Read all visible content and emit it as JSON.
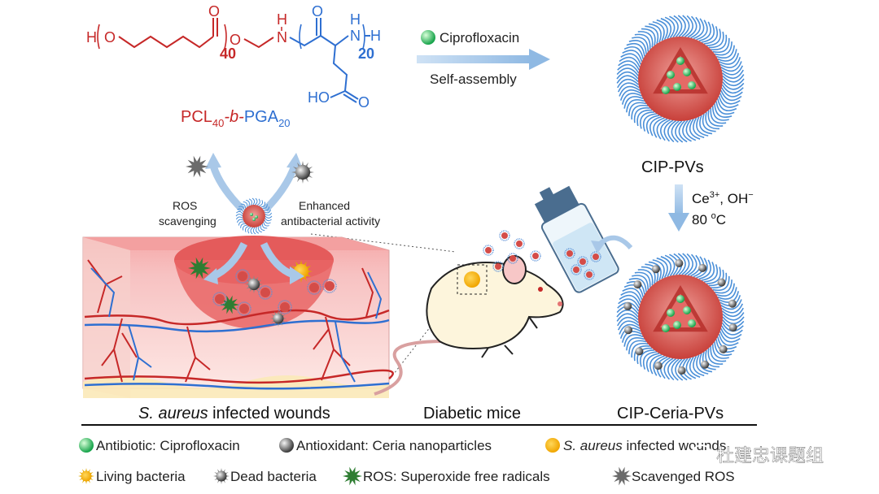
{
  "chem": {
    "ho": "H",
    "o1": "O",
    "carb1_o": "O",
    "ester_o": "O",
    "n1": "N",
    "n1_h": "H",
    "carb2_o": "O",
    "n2": "N",
    "n2_h": "H",
    "h_end": "H",
    "sub40": "40",
    "sub20": "20",
    "acid": "HO",
    "acid_o": "O",
    "polymer_a": "PCL",
    "polymer_a_sub": "40",
    "polymer_mid": "-b-",
    "polymer_b": "PGA",
    "polymer_b_sub": "20"
  },
  "step1": {
    "drug": "Ciprofloxacin",
    "process": "Self-assembly"
  },
  "cip_pvs": "CIP-PVs",
  "step2": {
    "reagent_ce": "Ce",
    "reagent_ce_sup": "3+",
    "reagent_sep": ", OH",
    "reagent_oh_sup": "−",
    "temp": "80 ",
    "temp_sup": "o",
    "temp_unit": "C"
  },
  "cip_ceria_pvs": "CIP-Ceria-PVs",
  "wound_panel": {
    "ros_label_line1": "ROS",
    "ros_label_line2": "scavenging",
    "antibac_line1": "Enhanced",
    "antibac_line2": "antibacterial activity",
    "caption_italic": "S. aureus",
    "caption_rest": " infected wounds"
  },
  "mice_label": "Diabetic mice",
  "legend": {
    "antibiotic": "Antibiotic: Ciprofloxacin",
    "antioxidant": "Antioxidant: Ceria nanoparticles",
    "infected_italic": "S. aureus",
    "infected_rest": " infected wounds",
    "living": "Living bacteria",
    "dead": "Dead bacteria",
    "ros": "ROS: Superoxide free radicals",
    "scavenged": "Scavenged ROS"
  },
  "watermark": "杜建忠课题组",
  "colors": {
    "pcl": "#c62828",
    "pga": "#2e6fd1",
    "core": "#d9534f",
    "arrow": "#9ec3e6",
    "green": "#22c55e",
    "ceria": "#777777",
    "gold": "#f5b800"
  }
}
